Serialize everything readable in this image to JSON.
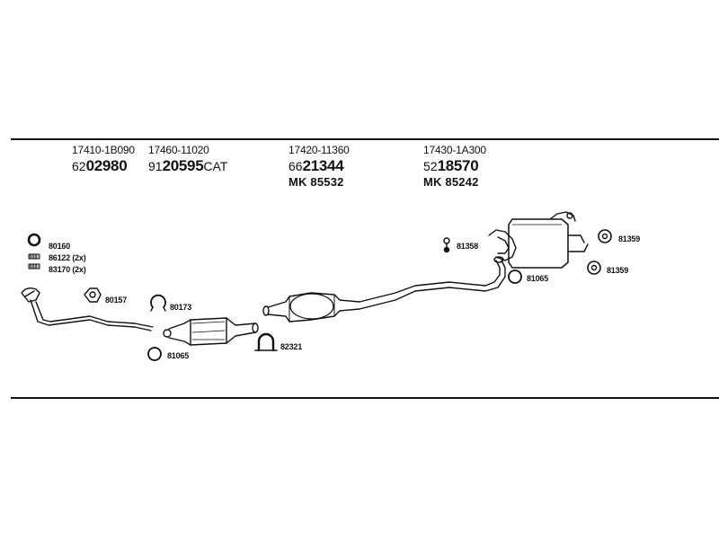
{
  "headers": [
    {
      "part_number": "17410-1B090",
      "ref_prefix": "62",
      "ref_main": "02980",
      "ref_suffix": "",
      "mk": ""
    },
    {
      "part_number": "17460-11020",
      "ref_prefix": "91",
      "ref_main": "20595",
      "ref_suffix": "CAT",
      "mk": ""
    },
    {
      "part_number": "17420-11360",
      "ref_prefix": "66",
      "ref_main": "21344",
      "ref_suffix": "",
      "mk": "MK  85532"
    },
    {
      "part_number": "17430-1A300",
      "ref_prefix": "52",
      "ref_main": "18570",
      "ref_suffix": "",
      "mk": "MK  85242"
    }
  ],
  "labels": {
    "ring_80160": "80160",
    "bolt_86122": "86122 (2x)",
    "bolt_83170": "83170 (2x)",
    "gasket_80157": "80157",
    "clamp_80173": "80173",
    "ring_81065_left": "81065",
    "clamp_82321": "82321",
    "hanger_81358": "81358",
    "ring_81065_right": "81065",
    "ring_81359_a": "81359",
    "ring_81359_b": "81359"
  }
}
